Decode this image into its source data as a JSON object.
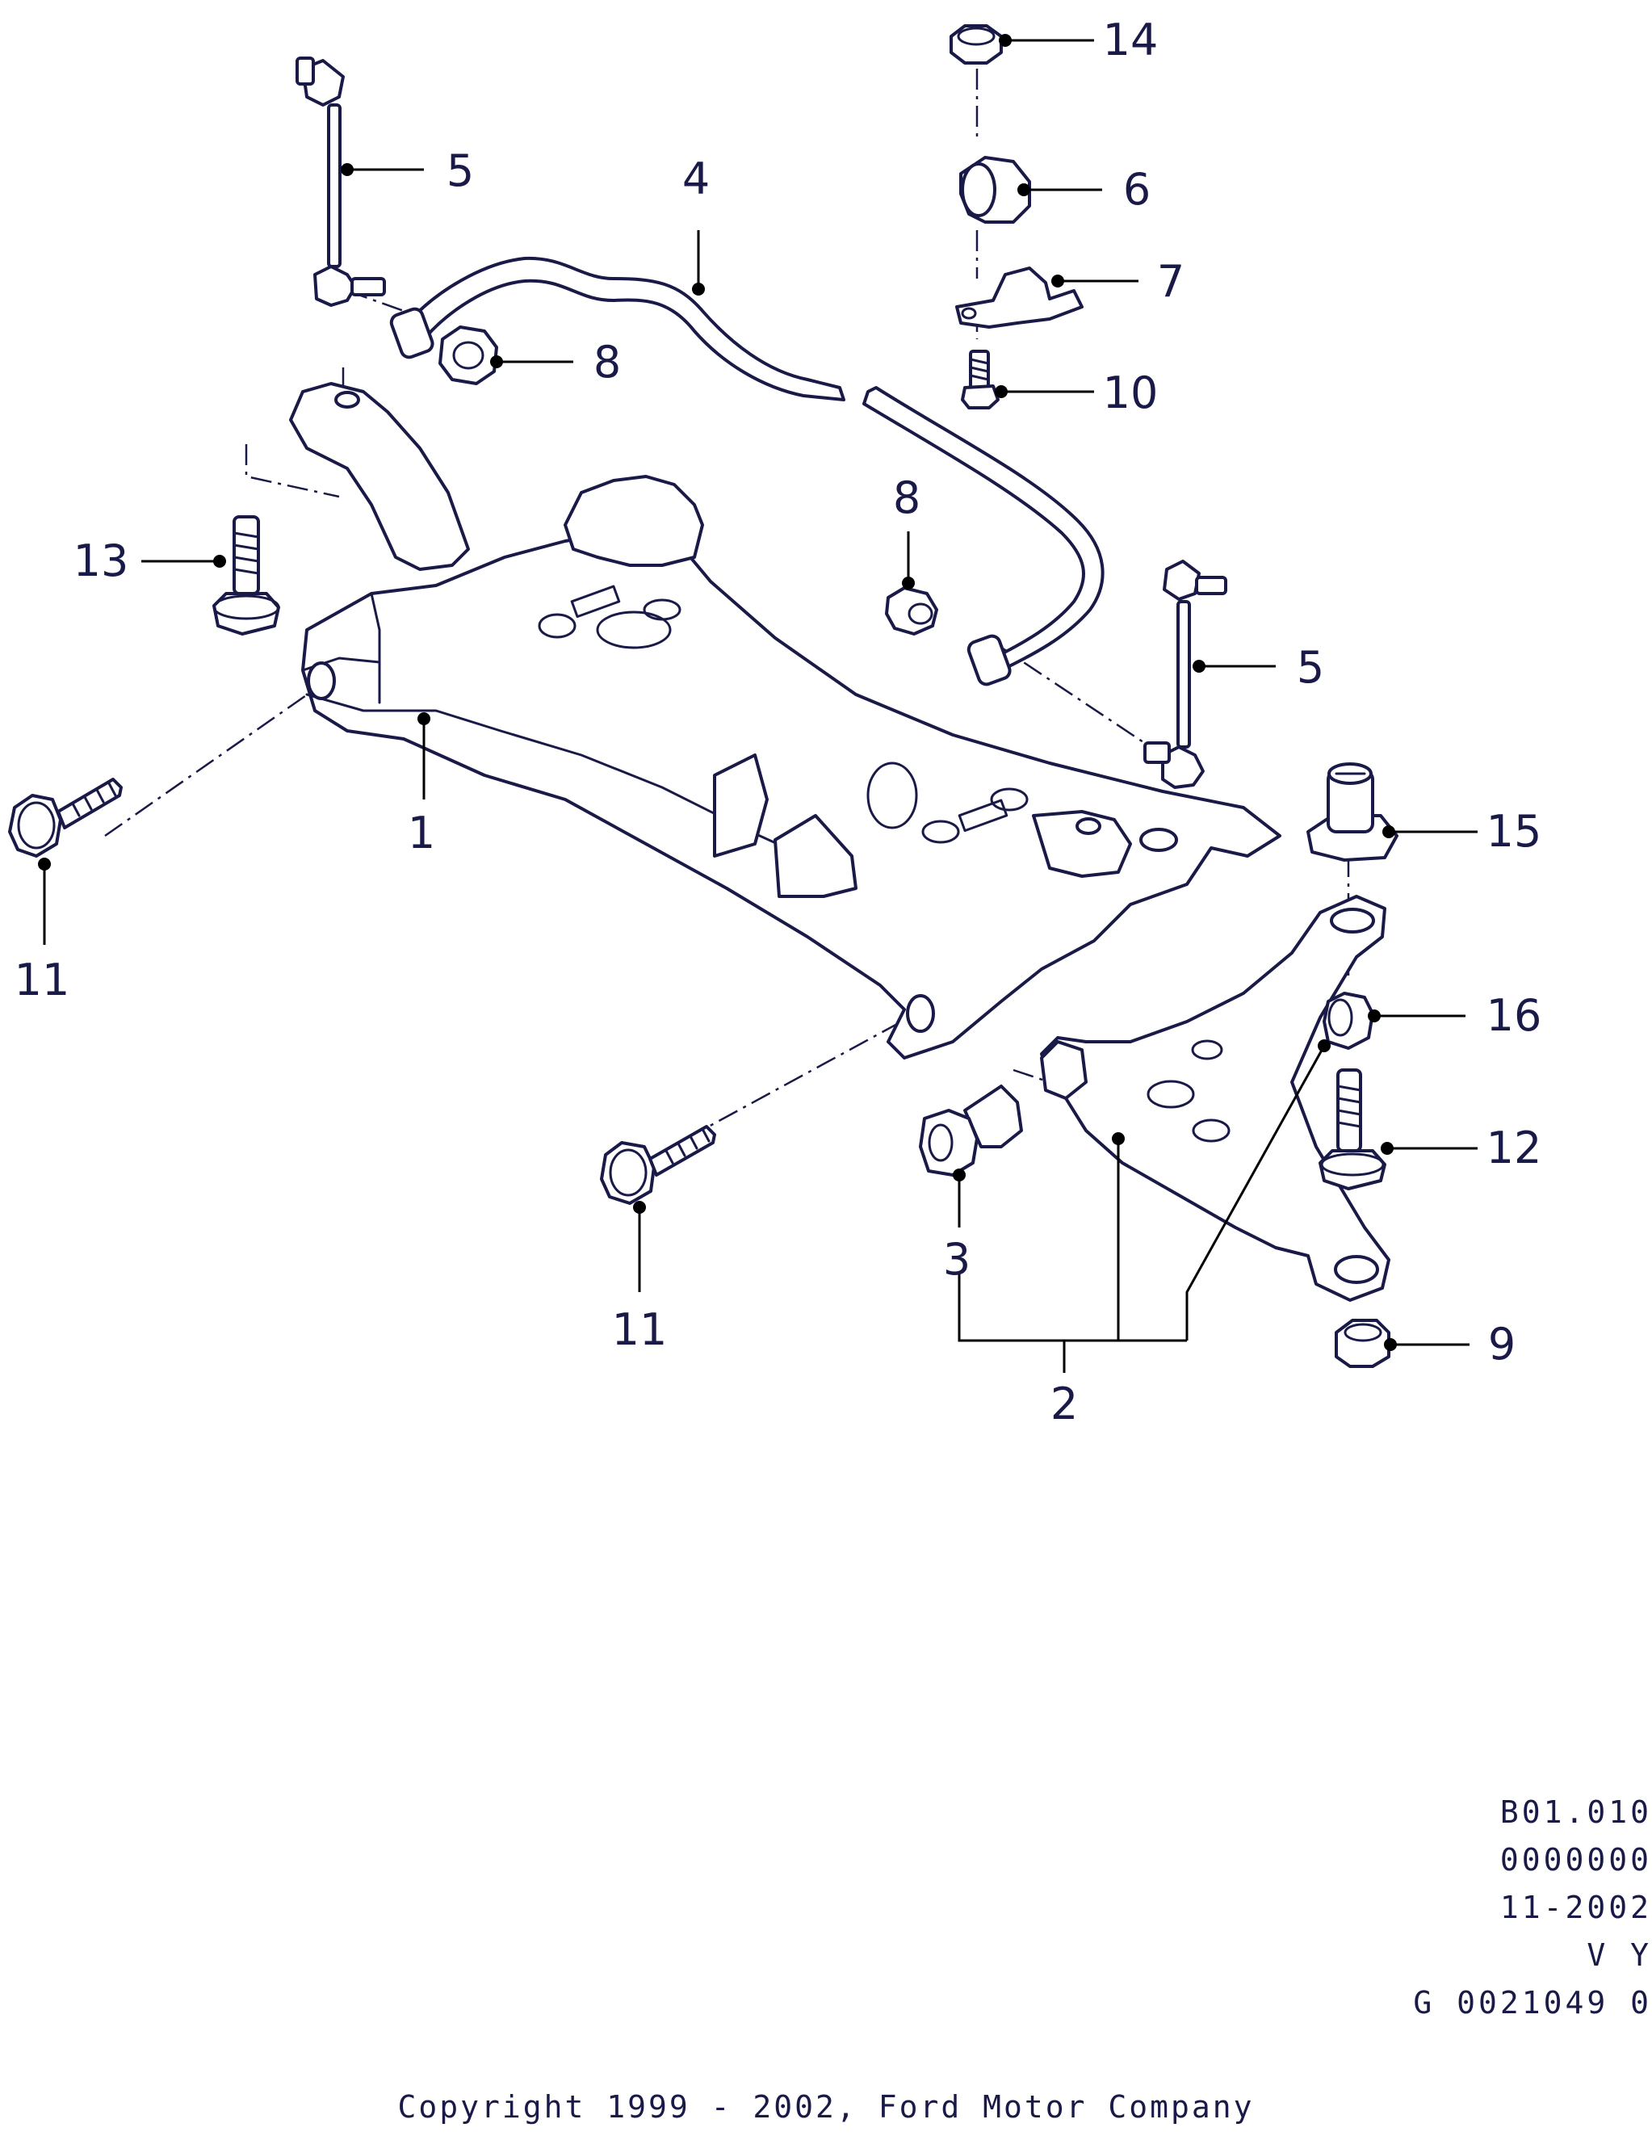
{
  "callouts": {
    "c1": "1",
    "c2": "2",
    "c3": "3",
    "c4": "4",
    "c5a": "5",
    "c5b": "5",
    "c6": "6",
    "c7": "7",
    "c8a": "8",
    "c8b": "8",
    "c9": "9",
    "c10": "10",
    "c11a": "11",
    "c11b": "11",
    "c12": "12",
    "c13": "13",
    "c14": "14",
    "c15": "15",
    "c16": "16"
  },
  "info_block": {
    "ref": "B01.010",
    "code": "0000000",
    "date": "11-2002",
    "variant": "V Y",
    "graphic_id": "G 0021049 0"
  },
  "footer": {
    "copyright": "Copyright 1999 - 2002, Ford Motor Company"
  },
  "colors": {
    "line": "#1a1a48",
    "leader": "#000000",
    "background": "#ffffff"
  }
}
